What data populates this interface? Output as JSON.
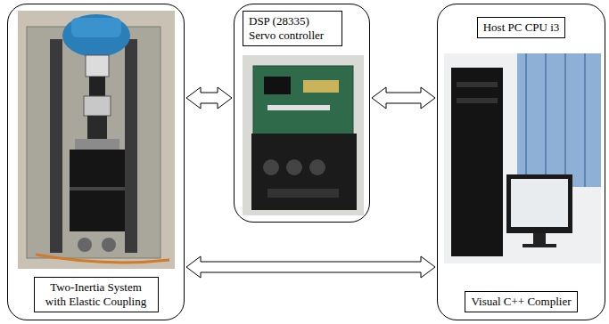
{
  "diagram": {
    "nodes": [
      {
        "text": [
          "Two-Inertia System with Elastic Coupling"
        ]
      },
      {
        "text": [
          "DSP (28335) Servo controller"
        ]
      },
      {
        "text": [
          "Host PC CPU i3",
          "Visual C++ Complier"
        ]
      }
    ],
    "edges": [
      {
        "from": 0,
        "to": 1,
        "arrow": "both"
      },
      {
        "from": 1,
        "to": 2,
        "arrow": "both"
      },
      {
        "from": 0,
        "to": 2,
        "arrow": "both"
      }
    ]
  }
}
